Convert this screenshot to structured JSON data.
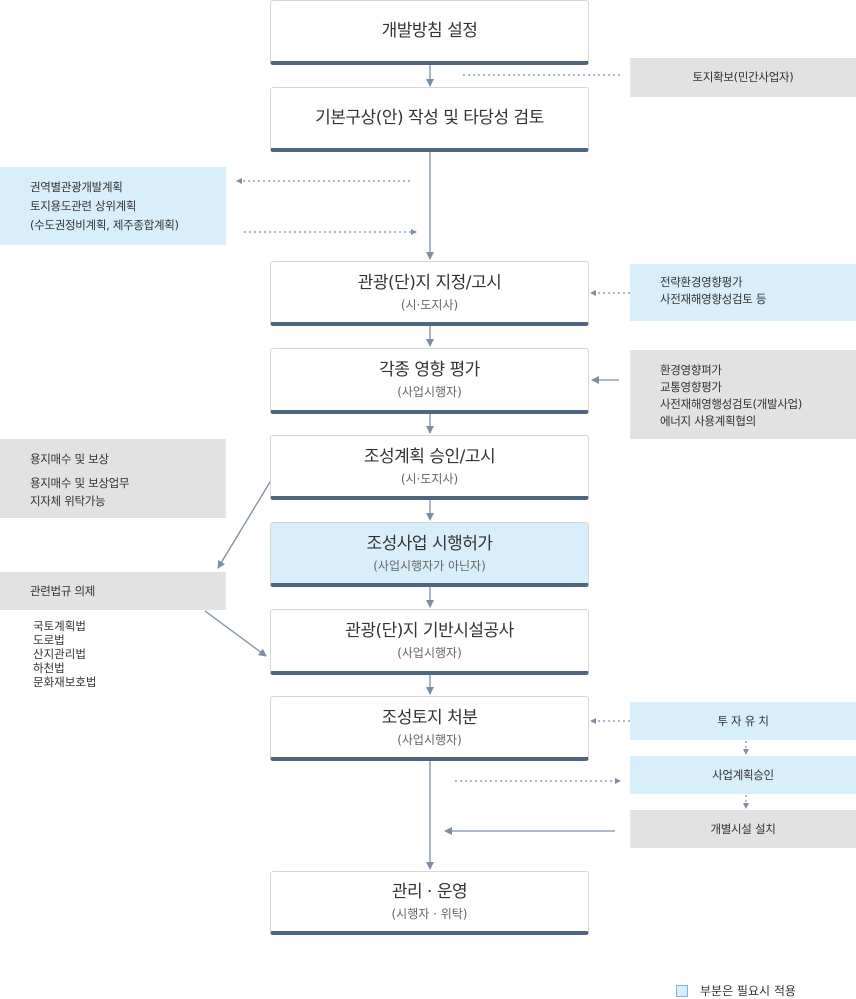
{
  "colors": {
    "step_border": "#4f6680",
    "highlight": "#d8eefb",
    "gray_note": "#e2e2e2",
    "arrow": "#7d8ea3"
  },
  "steps": [
    {
      "title": "개발방침 설정",
      "sub": ""
    },
    {
      "title": "기본구상(안) 작성 및 타당성 검토",
      "sub": ""
    },
    {
      "title": "관광(단)지 지정/고시",
      "sub": "(시·도지사)"
    },
    {
      "title": "각종 영향 평가",
      "sub": "(사업시행자)"
    },
    {
      "title": "조성계획 승인/고시",
      "sub": "(시·도지사)"
    },
    {
      "title": "조성사업 시행허가",
      "sub": "(사업시행자가 아닌자)"
    },
    {
      "title": "관광(단)지 기반시설공사",
      "sub": "(사업시행자)"
    },
    {
      "title": "조성토지 처분",
      "sub": "(사업시행자)"
    },
    {
      "title": "관리 · 운영",
      "sub": "(시행자 · 위탁)"
    }
  ],
  "notes": {
    "land": "토지확보(민간사업자)",
    "plans": [
      "권역별관광개발계획",
      "토지용도관련 상위계획",
      "(수도권정비계획, 제주종합계획)"
    ],
    "strategic": [
      "전략환경영향평가",
      "사전재해영향성검토 등"
    ],
    "impact": [
      "환경영향펴가",
      "교통영향평가",
      "사전재해영행성검토(개발사업)",
      "에너지 사용계획협의"
    ],
    "compensation": [
      "용지매수 및 보상",
      "용지매수 및 보상업무",
      "지자체 위탁가능"
    ],
    "laws_title": "관련법규 의제",
    "laws": [
      "국토계획법",
      "도로법",
      "산지관리법",
      "하천법",
      "문화재보호법"
    ],
    "invest": "투 자 유 치",
    "biz_approval": "사업계획승인",
    "facility": "개별시설 설치"
  },
  "legend": "부분은 필요시 적용"
}
